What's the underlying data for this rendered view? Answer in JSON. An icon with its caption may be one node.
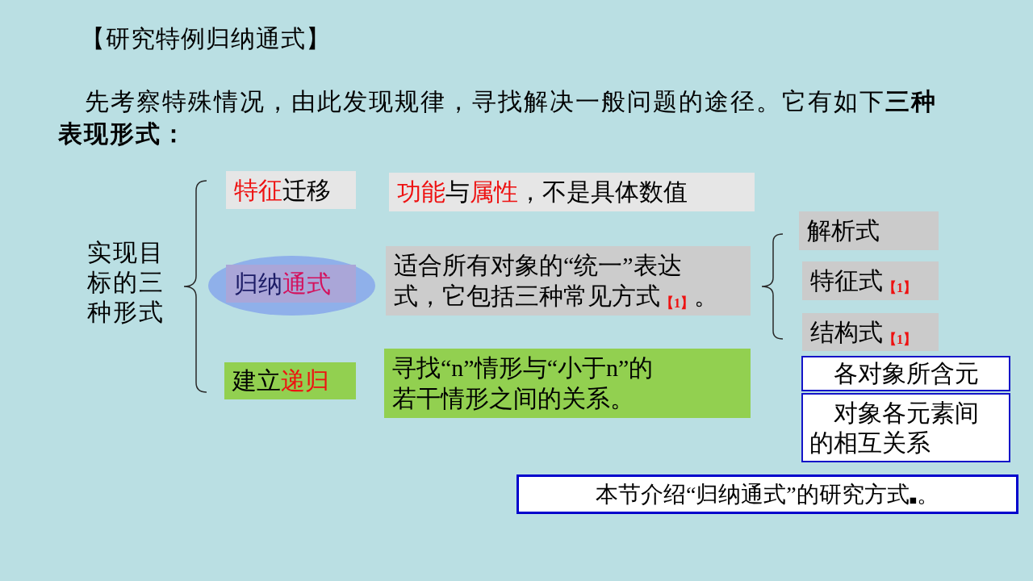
{
  "diagram": {
    "title": "【研究特例归纳通式】",
    "nodes": [
      {
        "text": [
          "特征迁移"
        ]
      },
      {
        "text": [
          "功能与属性，不是具体数值"
        ]
      },
      {
        "text": [
          "归纳通式"
        ]
      },
      {
        "text": [
          "适合所有对象的“统一”表达式，它包括三种常见方式$_{【1】}$。"
        ]
      },
      {
        "text": [
          "建立递归"
        ]
      },
      {
        "text": [
          "寻找“n”情形与“小于n”的若干情形之间的关系。"
        ]
      },
      {
        "text": [
          "解析式"
        ]
      },
      {
        "text": [
          "特征式$_{【1】}$"
        ]
      },
      {
        "text": [
          "结构式$_{【1】}$"
        ]
      },
      {
        "text": [
          "各对象所含元"
        ]
      },
      {
        "text": [
          "对象各元素间的相互关系"
        ]
      },
      {
        "text": [
          "本节介绍“归纳通式”的研究方式$_{■}$。"
        ]
      }
    ],
    "labels": [
      "先考察特殊情况，由此发现规律，寻找解决一般问题的途径。它有如下**三种表现形式：**",
      "实现目标的三种形式"
    ]
  }
}
